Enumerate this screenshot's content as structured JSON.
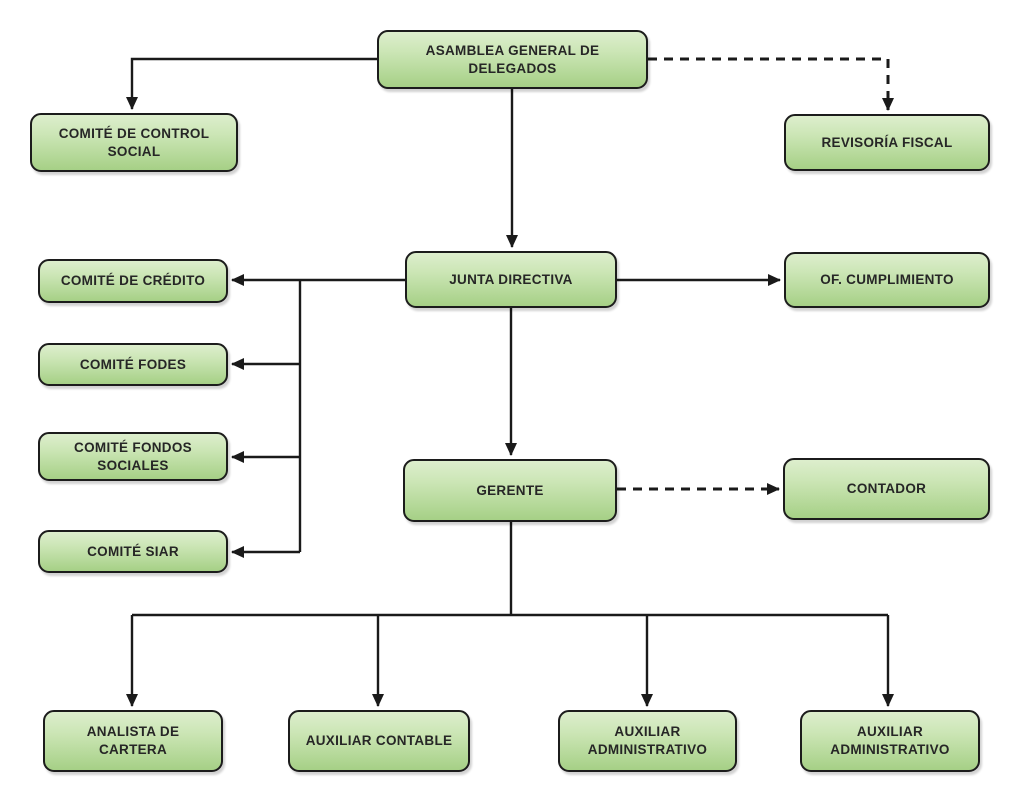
{
  "diagram": {
    "type": "org-chart",
    "background_color": "#ffffff",
    "node_style": {
      "fill_top": "#ddeecd",
      "fill_bottom": "#a6d086",
      "border_color": "#1c1c1c",
      "text_color": "#262626",
      "connector_color": "#1a1a1a"
    },
    "nodes": {
      "asamblea": {
        "label": "ASAMBLEA GENERAL DE DELEGADOS"
      },
      "comite_control_social": {
        "label": "COMITÉ DE CONTROL SOCIAL"
      },
      "revisoria_fiscal": {
        "label": "REVISORÍA FISCAL"
      },
      "junta_directiva": {
        "label": "JUNTA DIRECTIVA"
      },
      "of_cumplimiento": {
        "label": "OF. CUMPLIMIENTO"
      },
      "comite_credito": {
        "label": "COMITÉ DE CRÉDITO"
      },
      "comite_fodes": {
        "label": "COMITÉ FODES"
      },
      "comite_fondos_sociales": {
        "label": "COMITÉ FONDOS SOCIALES"
      },
      "comite_siar": {
        "label": "COMITÉ SIAR"
      },
      "gerente": {
        "label": "GERENTE"
      },
      "contador": {
        "label": "CONTADOR"
      },
      "analista_cartera": {
        "label": "ANALISTA DE CARTERA"
      },
      "auxiliar_contable": {
        "label": "AUXILIAR CONTABLE"
      },
      "auxiliar_administrativo_1": {
        "label": "AUXILIAR ADMINISTRATIVO"
      },
      "auxiliar_administrativo_2": {
        "label": "AUXILIAR ADMINISTRATIVO"
      }
    },
    "edges": [
      {
        "from": "asamblea",
        "to": "comite_control_social",
        "style": "solid"
      },
      {
        "from": "asamblea",
        "to": "revisoria_fiscal",
        "style": "dashed"
      },
      {
        "from": "asamblea",
        "to": "junta_directiva",
        "style": "solid"
      },
      {
        "from": "junta_directiva",
        "to": "comite_credito",
        "style": "solid"
      },
      {
        "from": "junta_directiva",
        "to": "comite_fodes",
        "style": "solid"
      },
      {
        "from": "junta_directiva",
        "to": "comite_fondos_sociales",
        "style": "solid"
      },
      {
        "from": "junta_directiva",
        "to": "comite_siar",
        "style": "solid"
      },
      {
        "from": "junta_directiva",
        "to": "of_cumplimiento",
        "style": "solid"
      },
      {
        "from": "junta_directiva",
        "to": "gerente",
        "style": "solid"
      },
      {
        "from": "gerente",
        "to": "contador",
        "style": "dashed"
      },
      {
        "from": "gerente",
        "to": "analista_cartera",
        "style": "solid"
      },
      {
        "from": "gerente",
        "to": "auxiliar_contable",
        "style": "solid"
      },
      {
        "from": "gerente",
        "to": "auxiliar_administrativo_1",
        "style": "solid"
      },
      {
        "from": "gerente",
        "to": "auxiliar_administrativo_2",
        "style": "solid"
      }
    ]
  }
}
